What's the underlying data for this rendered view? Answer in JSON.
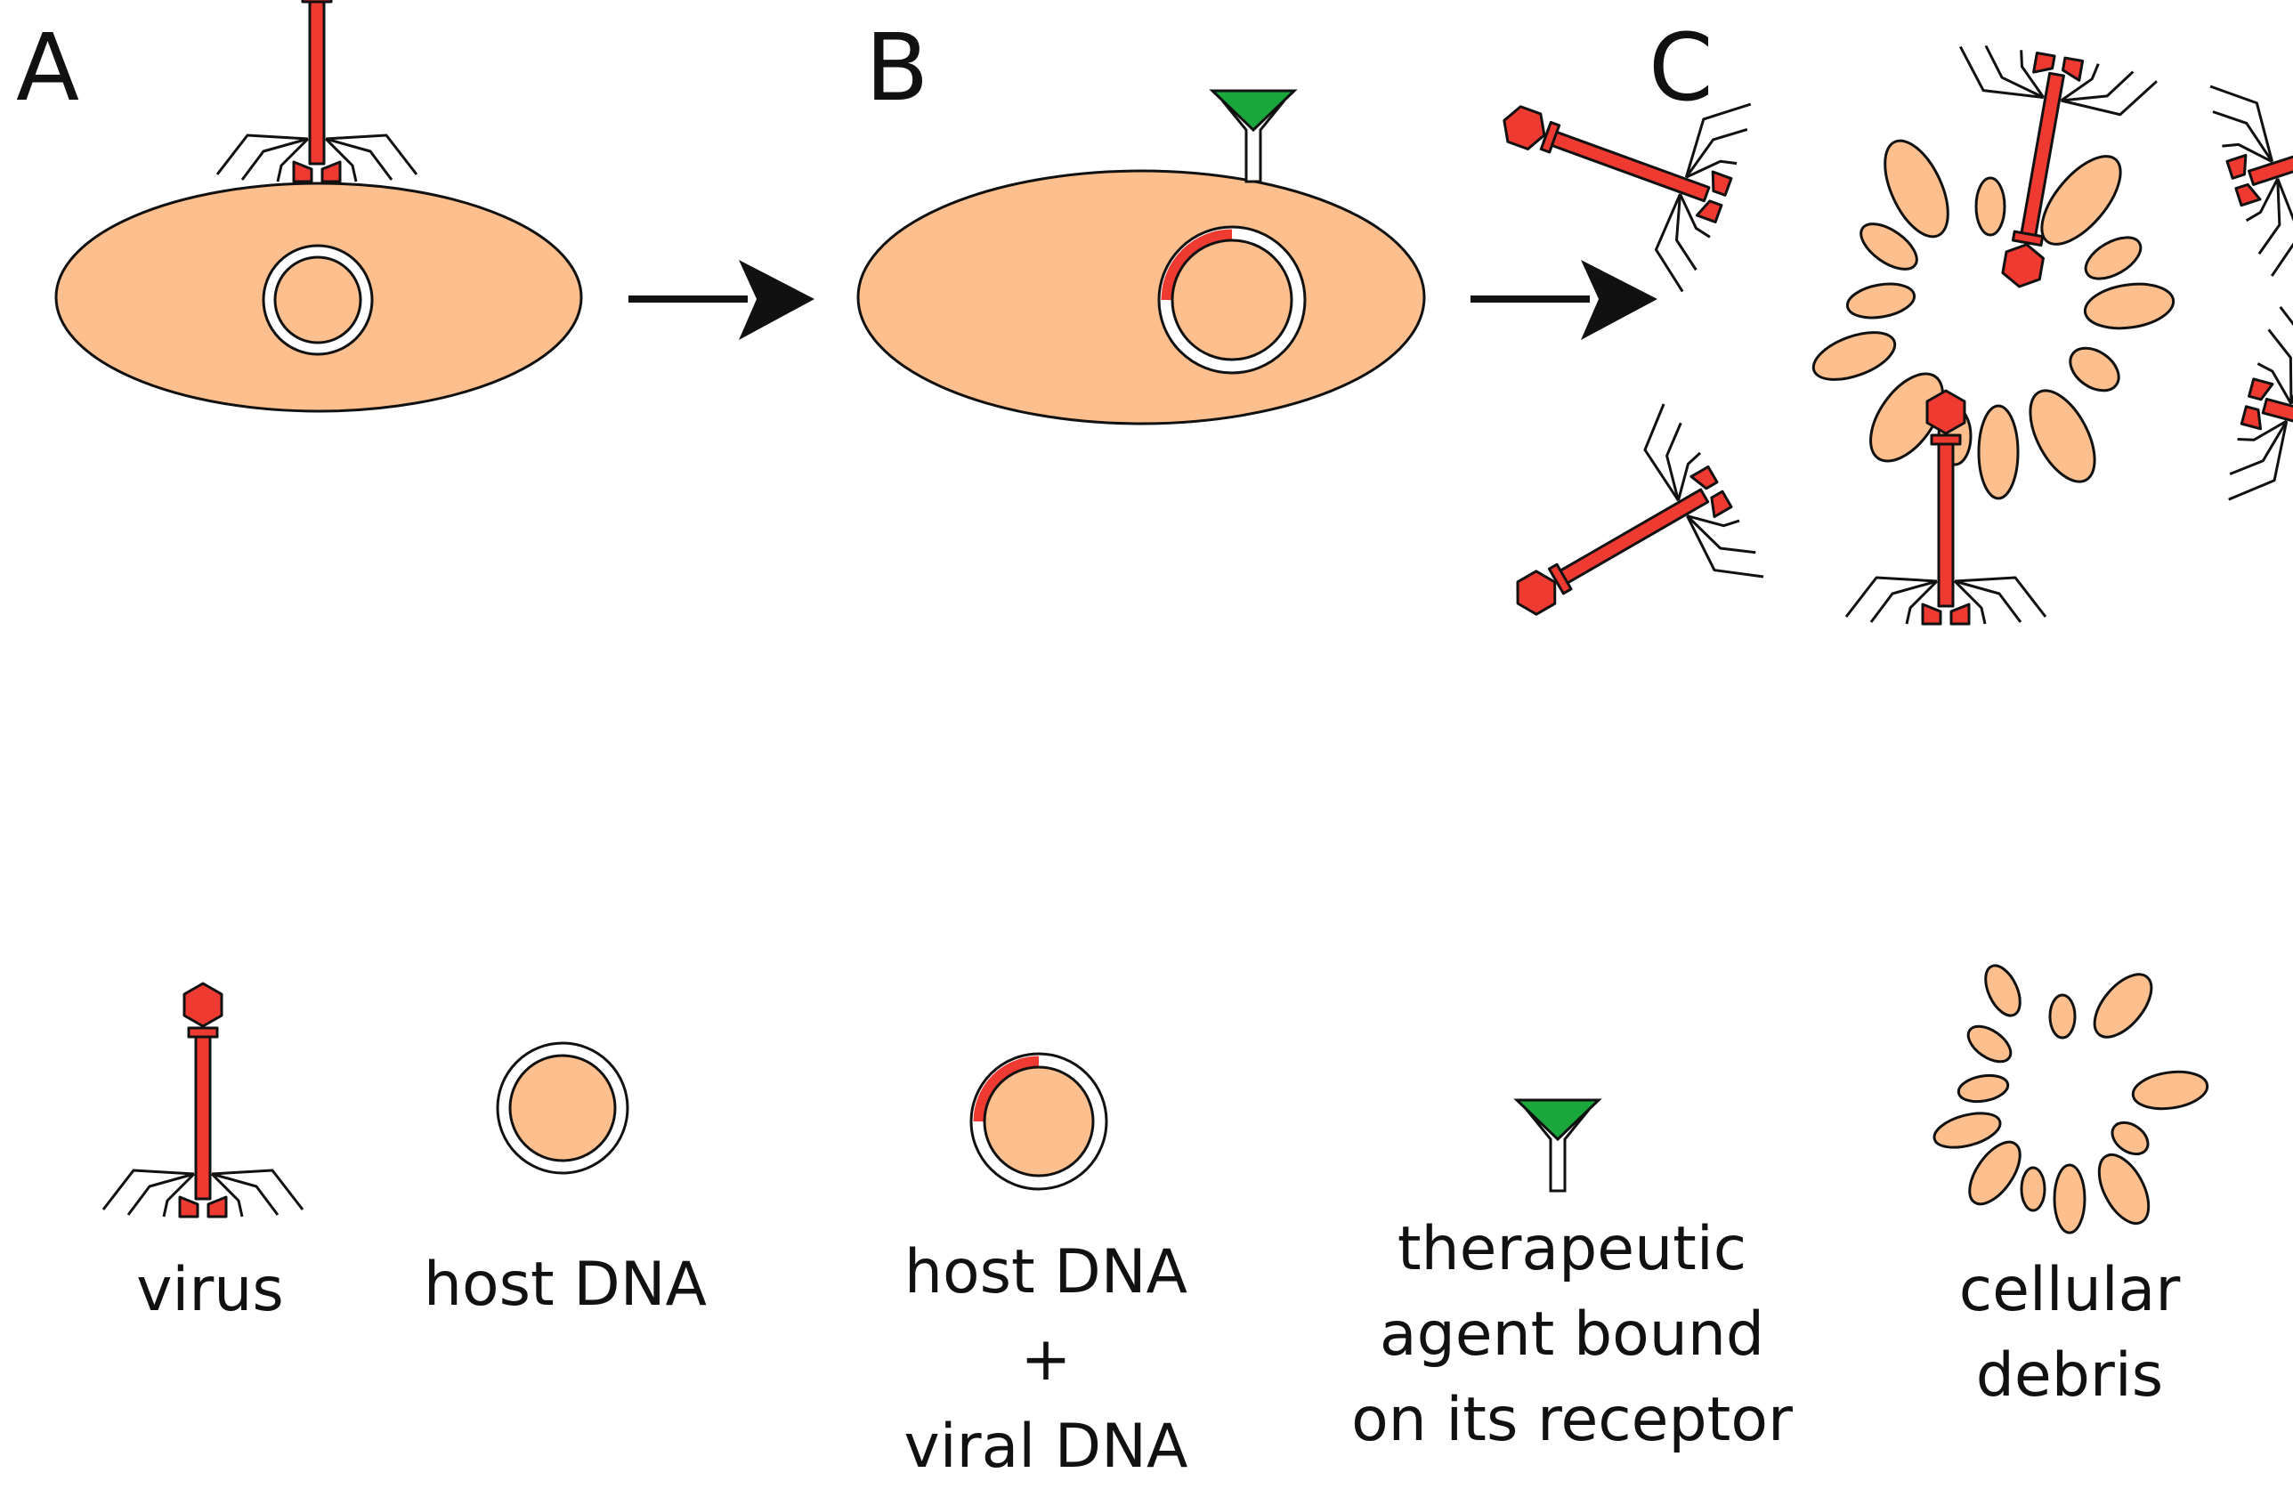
{
  "colors": {
    "cell": "#fdbf8e",
    "virus": "#ef3a32",
    "agent": "#1aa83c",
    "stroke": "#111111",
    "background": "#ffffff"
  },
  "panels": [
    {
      "label": "A"
    },
    {
      "label": "B"
    },
    {
      "label": "C"
    }
  ],
  "legend": {
    "virus": {
      "lines": [
        "virus"
      ],
      "icon": "virus-icon"
    },
    "host_dna": {
      "lines": [
        "host DNA"
      ],
      "icon": "host-dna-icon"
    },
    "host_viral_dna": {
      "lines": [
        "host DNA",
        "+",
        "viral DNA"
      ],
      "icon": "host-viral-dna-icon"
    },
    "therapeutic_agent": {
      "lines": [
        "therapeutic",
        "agent bound",
        "on its receptor"
      ],
      "icon": "receptor-agent-icon"
    },
    "cellular_debris": {
      "lines": [
        "cellular",
        "debris"
      ],
      "icon": "cellular-debris-icon"
    }
  }
}
